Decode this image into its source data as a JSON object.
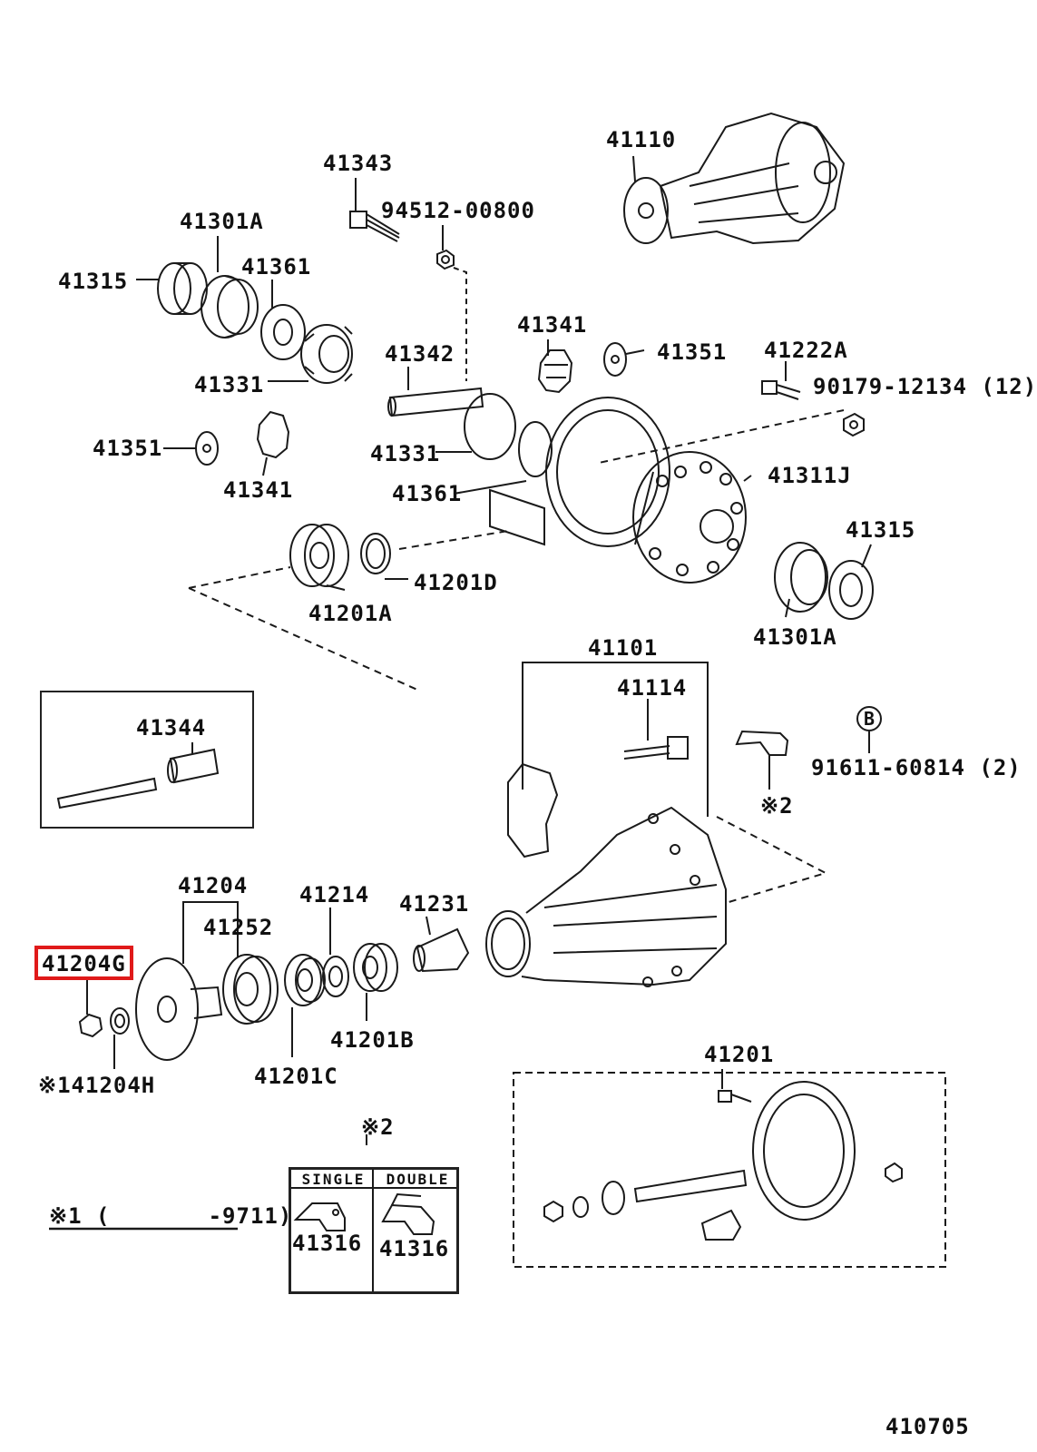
{
  "labels": {
    "p41110": "41110",
    "p41343": "41343",
    "p94512": "94512-00800",
    "p41301a_top": "41301A",
    "p41315_top": "41315",
    "p41361_top": "41361",
    "p41331_top": "41331",
    "p41341_top": "41341",
    "p41351_top": "41351",
    "p41342": "41342",
    "p41222a": "41222A",
    "p90179": "90179-12134 (12)",
    "p41351_left": "41351",
    "p41341_left": "41341",
    "p41331_mid": "41331",
    "p41361_mid": "41361",
    "p41311j": "41311J",
    "p41315_right": "41315",
    "p41201d": "41201D",
    "p41201a": "41201A",
    "p41301a_right": "41301A",
    "p41101": "41101",
    "p41114": "41114",
    "pB": "B",
    "p91611": "91611-60814 (2)",
    "note2_a": "※2",
    "p41344": "41344",
    "p41204": "41204",
    "p41252": "41252",
    "p41214": "41214",
    "p41231": "41231",
    "p41204g": "41204G",
    "p141204h": "※141204H",
    "p41201c": "41201C",
    "p41201b": "41201B",
    "p41201": "41201",
    "note2_b": "※2",
    "note1": "※1 (       -9711)",
    "single": "SINGLE",
    "double": "DOUBLE",
    "p41316_a": "41316",
    "p41316_b": "41316",
    "figno": "410705"
  },
  "highlight_color": "#e01a1a",
  "line_color": "#1a1a1a"
}
